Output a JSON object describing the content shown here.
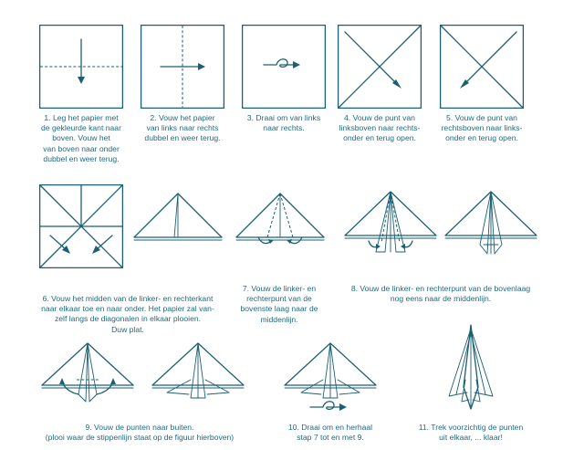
{
  "colors": {
    "line": "#1c5f73",
    "text": "#1f6a80"
  },
  "steps": [
    {
      "caption": "1. Leg het papier met\nde gekleurde kant naar\nboven. Vouw het\nvan boven naar onder\ndubbel en weer terug."
    },
    {
      "caption": "2. Vouw het papier\nvan links naar rechts\ndubbel en weer terug."
    },
    {
      "caption": "3. Draai om van links\nnaar rechts."
    },
    {
      "caption": "4. Vouw de punt van\nlinksboven naar rechts-\nonder en terug open."
    },
    {
      "caption": "5. Vouw de punt van\nrechtsboven naar links-\nonder en terug open."
    },
    {
      "caption": "6. Vouw het midden van de linker- en rechterkant\nnaar elkaar toe en naar onder. Het papier zal van-\nzelf langs de diagonalen in elkaar plooien.\nDuw plat."
    },
    {
      "caption": "7. Vouw de linker- en\nrechterpunt van de\nbovenste laag naar de\nmiddenlijn."
    },
    {
      "caption": "8. Vouw de linker- en rechterpunt van de bovenlaag\nnog eens naar de middenlijn."
    },
    {
      "caption": "9. Vouw de punten naar buiten.\n(plooi waar de stippenlijn staat op de figuur hierboven)"
    },
    {
      "caption": "10. Draai om en herhaal\nstap 7 tot en met 9."
    },
    {
      "caption": "11. Trek voorzichtig de punten\nuit elkaar, ... klaar!"
    }
  ]
}
